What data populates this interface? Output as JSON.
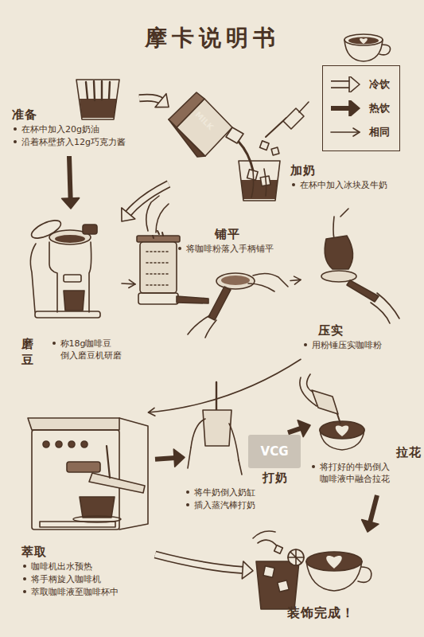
{
  "diagram": {
    "title": "摩卡说明书",
    "nodes": [
      {
        "text": [
          "准备",
          "在杯中加入20g奶油",
          "沿着杯壁挤入12g巧克力酱"
        ]
      },
      {
        "text": [
          "加奶",
          "在杯中加入冰块及牛奶"
        ]
      },
      {
        "text": [
          "磨豆",
          "称18g咖啡豆 倒入磨豆机研磨"
        ]
      },
      {
        "text": [
          "铺平",
          "将咖啡粉落入手柄铺平"
        ]
      },
      {
        "text": [
          "压实",
          "用粉锤压实咖啡粉"
        ]
      },
      {
        "text": [
          "萃取",
          "咖啡机出水预热",
          "将手柄旋入咖啡机",
          "萃取咖啡液至咖啡杯中"
        ]
      },
      {
        "text": [
          "打奶",
          "将牛奶倒入奶缸",
          "插入蒸汽棒打奶"
        ]
      },
      {
        "text": [
          "拉花",
          "将打好的牛奶倒入 咖啡液中融合拉花"
        ]
      },
      {
        "text": [
          "装饰完成！"
        ]
      }
    ],
    "edges": [
      {
        "from": 0,
        "to": 1,
        "arrow": "to"
      },
      {
        "from": 0,
        "to": 2,
        "arrow": "to"
      },
      {
        "from": 1,
        "to": 2,
        "arrow": "to"
      },
      {
        "from": 2,
        "to": 3,
        "arrow": "to"
      },
      {
        "from": 3,
        "to": 4,
        "arrow": "to"
      },
      {
        "from": 4,
        "to": 5,
        "arrow": "to"
      },
      {
        "from": 5,
        "to": 6,
        "arrow": "to"
      },
      {
        "from": 6,
        "to": 7,
        "arrow": "to"
      },
      {
        "from": 7,
        "to": 8,
        "arrow": "to"
      },
      {
        "from": 5,
        "to": 8,
        "arrow": "to"
      }
    ],
    "labels": [
      "MILK",
      "VCG"
    ],
    "legend": [
      {
        "text": "冷饮"
      },
      {
        "text": "热饮"
      },
      {
        "text": "相同"
      }
    ]
  }
}
